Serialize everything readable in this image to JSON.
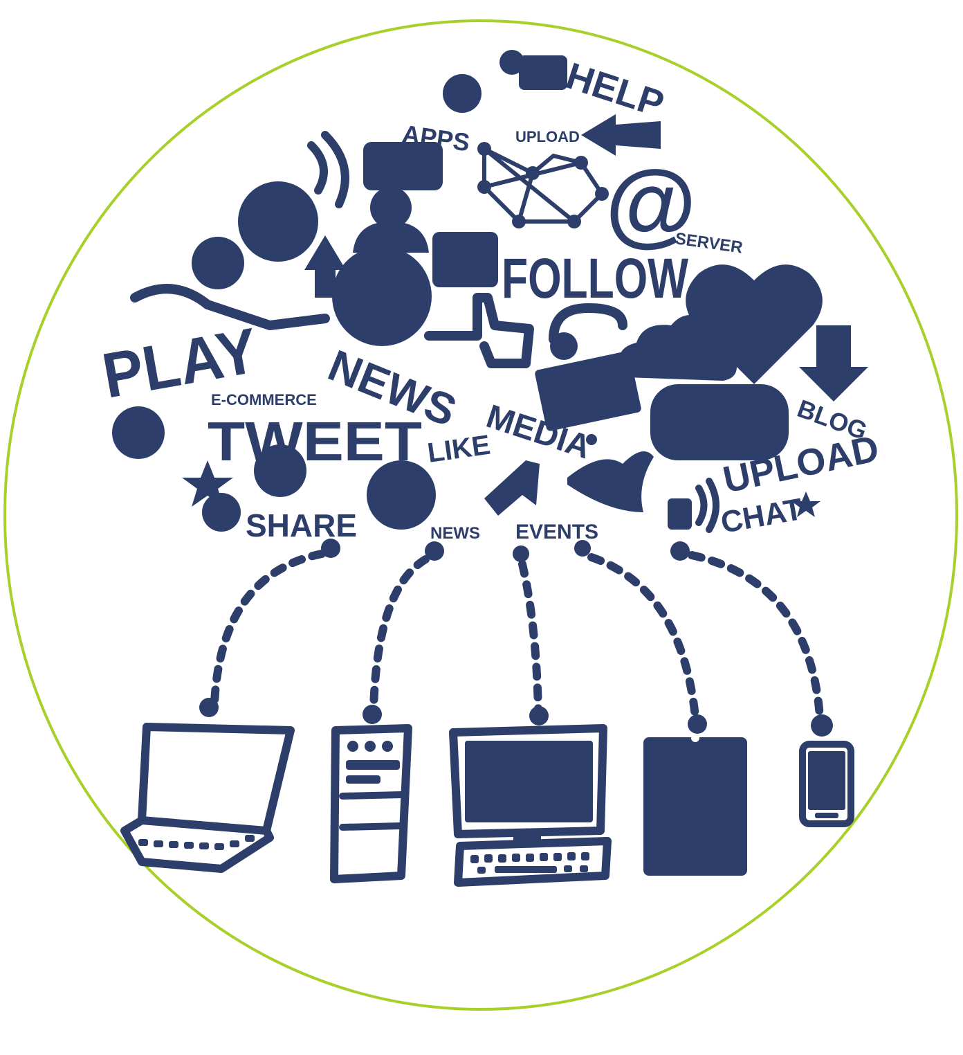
{
  "colors": {
    "ink": "#2c3e69",
    "ring": "#a8d02a",
    "background": "#ffffff"
  },
  "cloud_words": {
    "help": "HELP",
    "apps": "APPS",
    "upload_small": "UPLOAD",
    "follow": "FOLLOW",
    "server": "SERVER",
    "play": "PLAY",
    "news": "NEWS",
    "ecommerce": "E-COMMERCE",
    "tweet": "TWEET",
    "like": "LIKE",
    "media": "MEDIA",
    "share": "SHARE",
    "news_small": "NEWS",
    "events": "EVENTS",
    "upload": "UPLOAD",
    "chat": "CHAT",
    "blog": "BLOG",
    "at": "@"
  },
  "devices": [
    {
      "icon": "laptop-icon"
    },
    {
      "icon": "desktop-tower-icon"
    },
    {
      "icon": "monitor-keyboard-icon"
    },
    {
      "icon": "tablet-icon"
    },
    {
      "icon": "smartphone-icon"
    }
  ]
}
